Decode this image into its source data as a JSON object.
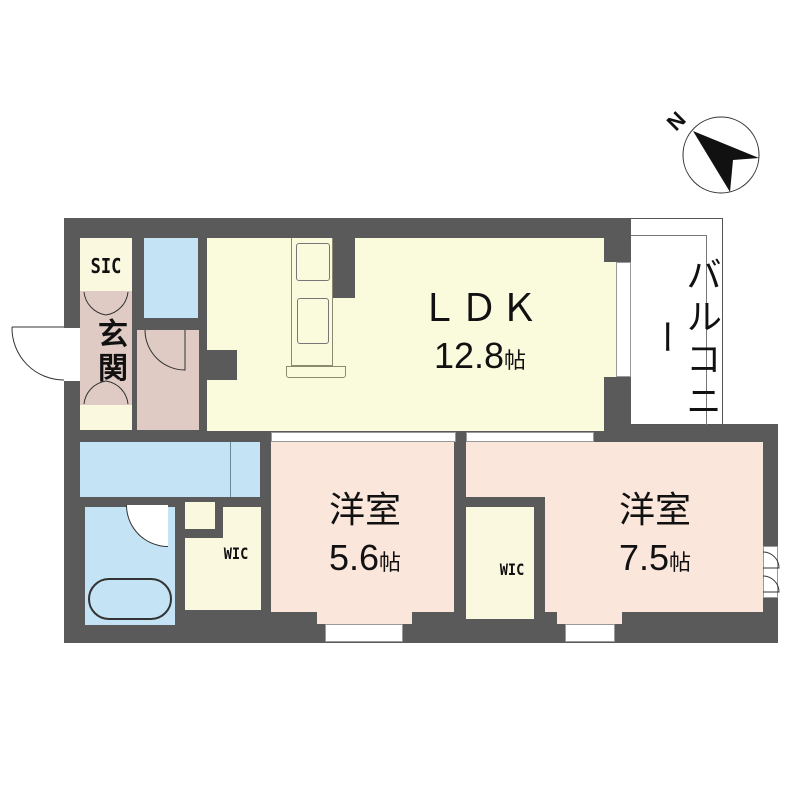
{
  "floorplan": {
    "compass": {
      "label": "N",
      "icon": "north-arrow-icon"
    },
    "rooms": {
      "ldk": {
        "name": "ＬＤＫ",
        "size": "12.8",
        "unit": "帖"
      },
      "western_room_1": {
        "name": "洋室",
        "size": "5.6",
        "unit": "帖"
      },
      "western_room_2": {
        "name": "洋室",
        "size": "7.5",
        "unit": "帖"
      },
      "entrance": {
        "name": "玄関"
      },
      "sic": {
        "name": "SIC"
      },
      "wic_1": {
        "name": "WIC"
      },
      "wic_2": {
        "name": "WIC"
      },
      "balcony": {
        "name": "バルコニー"
      }
    },
    "colors": {
      "wall": "#5a5a5a",
      "ldk": "#fafadc",
      "western": "#fbe6dc",
      "wet_area": "#c4e3f5",
      "entrance": "#dfcbc4",
      "storage": "#fbf8e0"
    }
  }
}
